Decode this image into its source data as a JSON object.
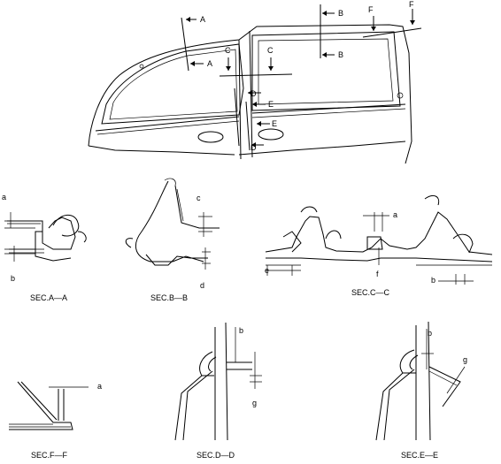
{
  "top_view": {
    "cut_marks": [
      "A",
      "A",
      "B",
      "B",
      "C",
      "C",
      "D",
      "D",
      "E",
      "E",
      "F",
      "F"
    ]
  },
  "sections": [
    {
      "id": "A",
      "caption": "SEC.A—A",
      "dims": [
        "a",
        "b"
      ]
    },
    {
      "id": "B",
      "caption": "SEC.B—B",
      "dims": [
        "c",
        "d"
      ]
    },
    {
      "id": "C",
      "caption": "SEC.C—C",
      "dims": [
        "a",
        "e",
        "f",
        "b"
      ]
    },
    {
      "id": "F",
      "caption": "SEC.F—F",
      "dims": [
        "a"
      ]
    },
    {
      "id": "D",
      "caption": "SEC.D—D",
      "dims": [
        "b",
        "g"
      ]
    },
    {
      "id": "E",
      "caption": "SEC.E—E",
      "dims": [
        "b",
        "g"
      ]
    }
  ]
}
